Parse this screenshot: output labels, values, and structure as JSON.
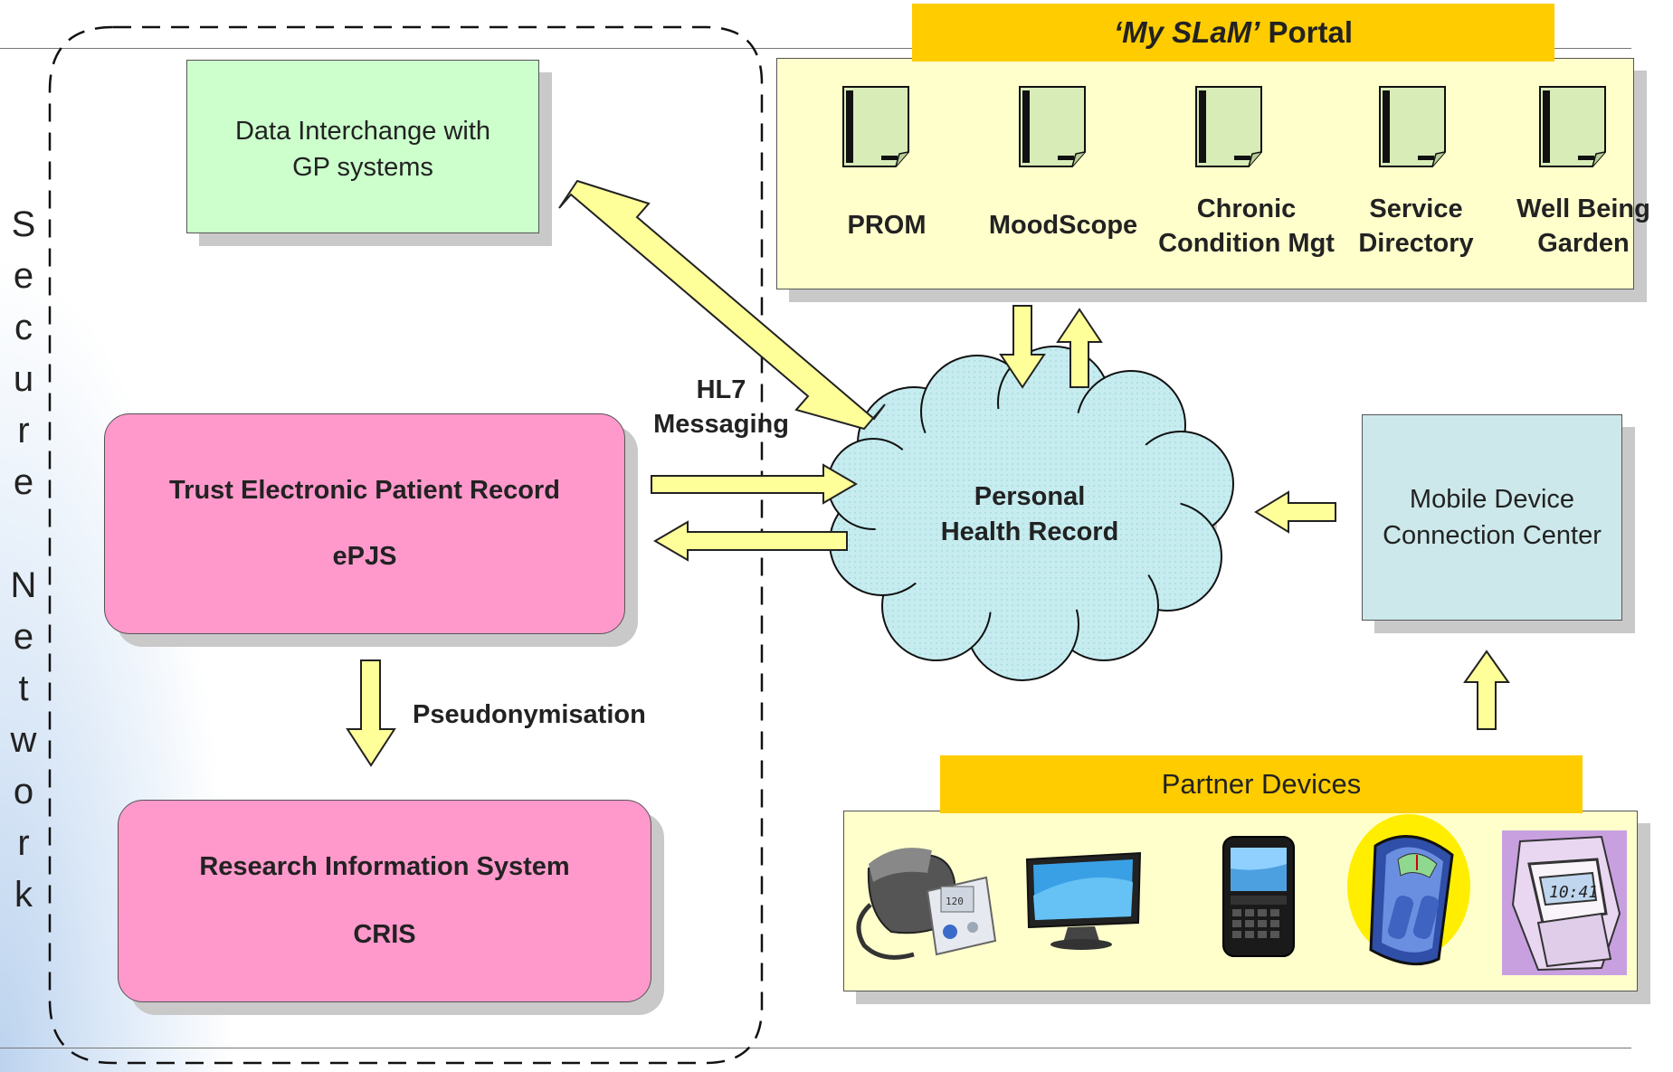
{
  "secure_network": {
    "letters": [
      "S",
      "e",
      "c",
      "u",
      "r",
      "e",
      "",
      "N",
      "e",
      "t",
      "w",
      "o",
      "r",
      "k"
    ]
  },
  "gp_box": {
    "line1": "Data Interchange with",
    "line2": "GP systems"
  },
  "epr_box": {
    "title": "Trust Electronic Patient Record",
    "subtitle": "ePJS"
  },
  "cris_box": {
    "title": "Research Information System",
    "subtitle": "CRIS"
  },
  "hl7_label": {
    "line1": "HL7",
    "line2": "Messaging"
  },
  "pseudo_label": "Pseudonymisation",
  "phr": {
    "line1": "Personal",
    "line2": "Health Record"
  },
  "portal": {
    "header_italic": "‘My SLaM’",
    "header_rest": " Portal",
    "items": [
      {
        "label": "PROM",
        "icon": "document-icon"
      },
      {
        "label": "MoodScope",
        "icon": "document-icon"
      },
      {
        "label": "Chronic Condition Mgt",
        "icon": "document-icon"
      },
      {
        "label": "Service Directory",
        "icon": "document-icon"
      },
      {
        "label": "Well Being Garden",
        "icon": "document-icon"
      }
    ]
  },
  "mobile_box": {
    "line1": "Mobile Device",
    "line2": "Connection Center"
  },
  "devices": {
    "header": "Partner Devices",
    "items": [
      "blood-pressure-monitor-icon",
      "monitor-icon",
      "smartphone-icon",
      "scale-icon",
      "watch-icon"
    ]
  },
  "colors": {
    "arrow_fill": "#ffff99",
    "header_fill": "#ffcc00",
    "portal_fill": "#ffffcc",
    "pink": "#ff99cc",
    "green": "#ccffcc",
    "teal": "#cce8ea",
    "cloud": "#c6ecef"
  }
}
